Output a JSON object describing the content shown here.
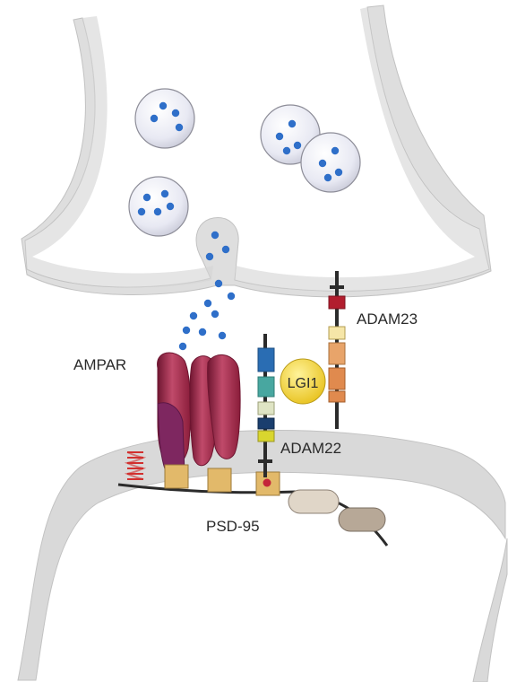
{
  "labels": {
    "adam23": "ADAM23",
    "ampar": "AMPAR",
    "lgi1": "LGI1",
    "adam22": "ADAM22",
    "psd95": "PSD-95"
  },
  "colors": {
    "membrane": "#d9d9d9",
    "membrane_edge": "#bcbcbc",
    "vesicle": "#e8e9f3",
    "vesicle_edge": "#8d8d98",
    "neurotransmitter": "#2f6fc9",
    "ampar_dark": "#8a1d3a",
    "ampar_light": "#b83c5c",
    "ampar_purple": "#7e2760",
    "lgi1": "#f0d22e",
    "psd95_box": "#e2b96a",
    "scaffold_pill": "#e0d6c8",
    "scaffold_pill_dark": "#b7a897",
    "spring": "#d2302f"
  },
  "icons": [
    "vesicle-icon",
    "ampar-receptor-icon",
    "lgi1-protein-icon",
    "spring-icon"
  ]
}
